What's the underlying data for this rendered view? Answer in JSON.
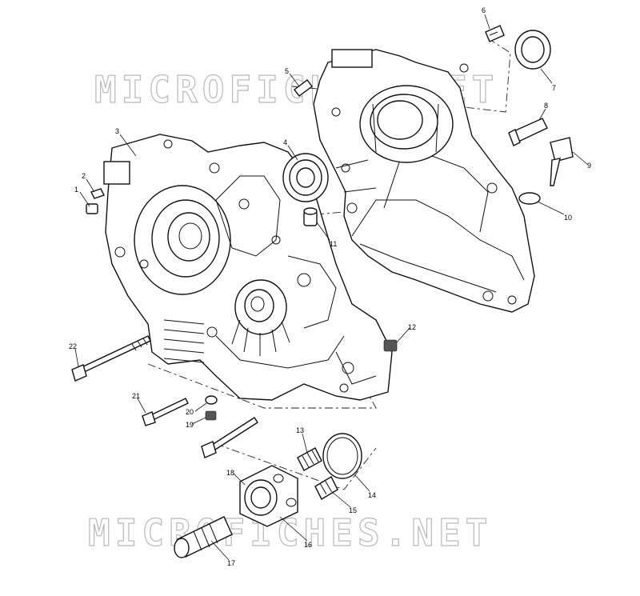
{
  "watermarks": [
    "MICROFICHES.NET",
    "MICROFICHES.NET"
  ],
  "callouts": [
    "1",
    "2",
    "3",
    "4",
    "5",
    "6",
    "7",
    "8",
    "9",
    "10",
    "11",
    "12",
    "13",
    "14",
    "15",
    "16",
    "17",
    "18",
    "19",
    "20",
    "21",
    "22"
  ]
}
